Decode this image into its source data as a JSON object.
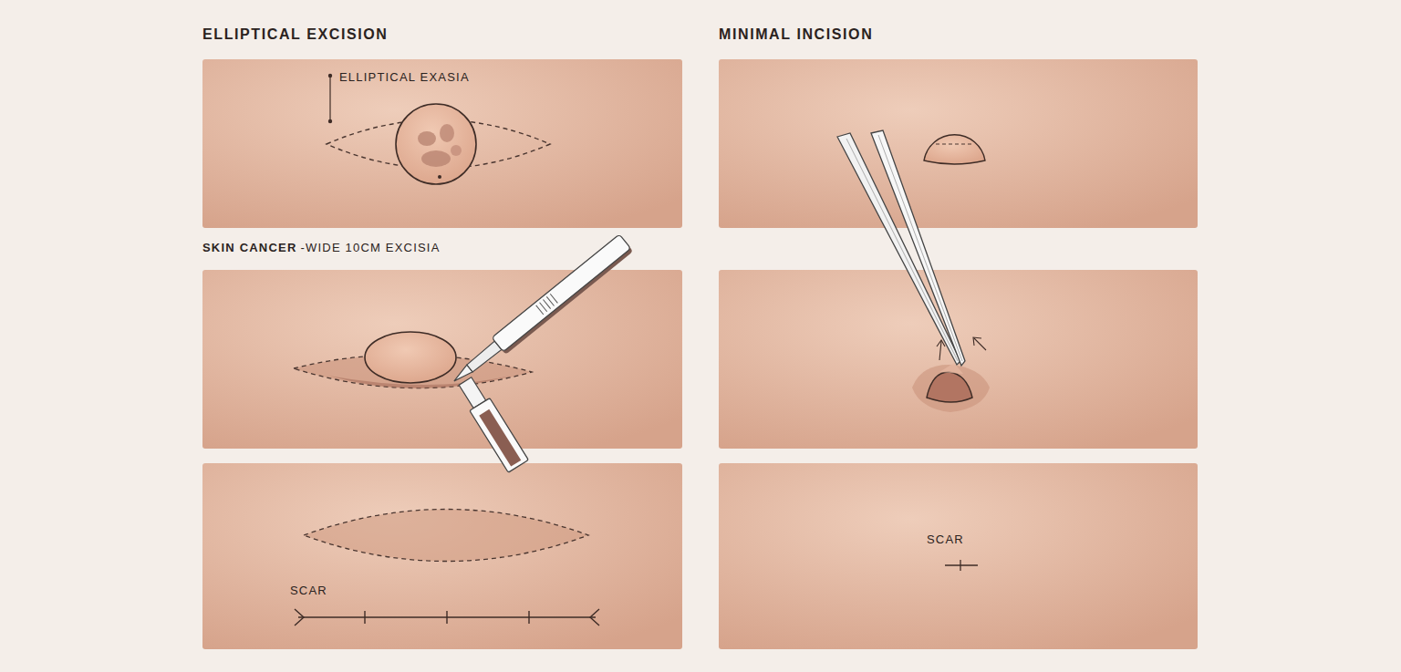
{
  "diagram": {
    "nodes": [
      {
        "text": [
          "ELLIPTICAL EXCISION",
          "ELLIPTICAL EXASIA"
        ]
      },
      {
        "text": [
          "SKIN CANCER",
          "-WIDE 10CM EXCISIA"
        ]
      },
      {
        "text": [
          "SCAR"
        ]
      },
      {
        "text": [
          "MINIMAL INCISION"
        ]
      },
      {
        "text": [
          "SCAR"
        ]
      }
    ]
  }
}
